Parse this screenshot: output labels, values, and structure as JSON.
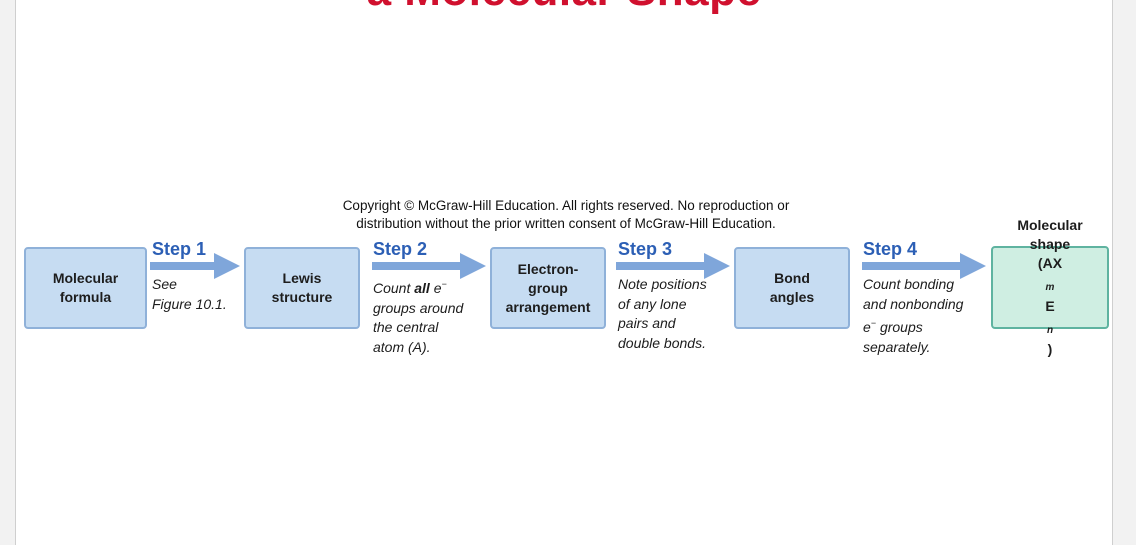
{
  "title_fragment": "a Molecular Shape",
  "copyright": {
    "line1": "Copyright © McGraw-Hill Education. All rights reserved. No reproduction or",
    "line2": "distribution without the prior written consent of McGraw-Hill Education."
  },
  "boxes": [
    {
      "line1": "Molecular",
      "line2": "formula"
    },
    {
      "line1": "Lewis",
      "line2": "structure"
    },
    {
      "line1": "Electron-",
      "line2": "group",
      "line3": "arrangement"
    },
    {
      "line1": "Bond",
      "line2": "angles"
    },
    {
      "line1": "Molecular",
      "line2": "shape",
      "formula_open": "(AX",
      "formula_m": "m",
      "formula_e": "E",
      "formula_n": "n",
      "formula_close": ")"
    }
  ],
  "steps": [
    {
      "label": "Step 1",
      "notes": [
        "See",
        "Figure 10.1."
      ]
    },
    {
      "label": "Step 2",
      "note1_pre": "Count ",
      "note1_bold": "all",
      "note1_post": " e",
      "note1_sup": "−",
      "notes": [
        "groups around",
        "the central",
        "atom (A)."
      ]
    },
    {
      "label": "Step 3",
      "notes": [
        "Note positions",
        "of any lone",
        "pairs and",
        "double bonds."
      ]
    },
    {
      "label": "Step 4",
      "notes": [
        "Count bonding",
        "and nonbonding"
      ],
      "note3_pre": "e",
      "note3_sup": "−",
      "note3_post": " groups",
      "note4": "separately."
    }
  ],
  "colors": {
    "title": "#d0102e",
    "step_label": "#2c5fb5",
    "arrow": "#7fa6da",
    "box_fill": "#c6dcf2",
    "box_border": "#8fb1d9",
    "final_box_fill": "#cfeee2",
    "final_box_border": "#5fb3a0"
  }
}
